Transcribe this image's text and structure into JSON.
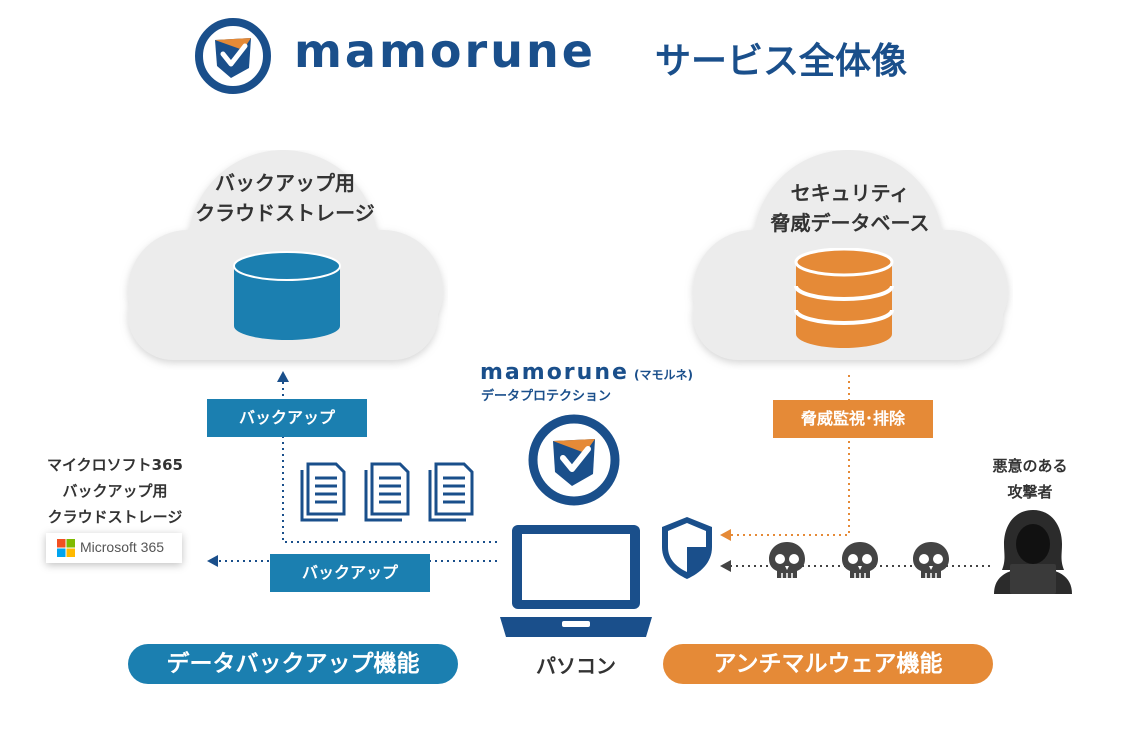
{
  "header": {
    "brand": "mamorune",
    "subtitle": "サービス全体像"
  },
  "left_cloud": {
    "label_line1": "バックアップ用",
    "label_line2": "クラウドストレージ"
  },
  "right_cloud": {
    "label_line1": "セキュリティ",
    "label_line2": "脅威データベース"
  },
  "center_product": {
    "brand": "mamorune",
    "brand_kana": "(マモルネ)",
    "subtitle": "データプロテクション"
  },
  "tags": {
    "backup_upper": "バックアップ",
    "backup_lower": "バックアップ",
    "threat_monitor": "脅威監視･排除"
  },
  "ms365": {
    "line1": "マイクロソフト365",
    "line2": "バックアップ用",
    "line3": "クラウドストレージ",
    "logo_text": "Microsoft 365"
  },
  "attacker": {
    "line1": "悪意のある",
    "line2": "攻撃者"
  },
  "pc_label": "パソコン",
  "features": {
    "left": "データバックアップ機能",
    "right": "アンチマルウェア機能"
  },
  "colors": {
    "navy": "#1a4f8b",
    "blue": "#1b7fb0",
    "orange": "#e58a37",
    "cloud": "#ececec"
  }
}
